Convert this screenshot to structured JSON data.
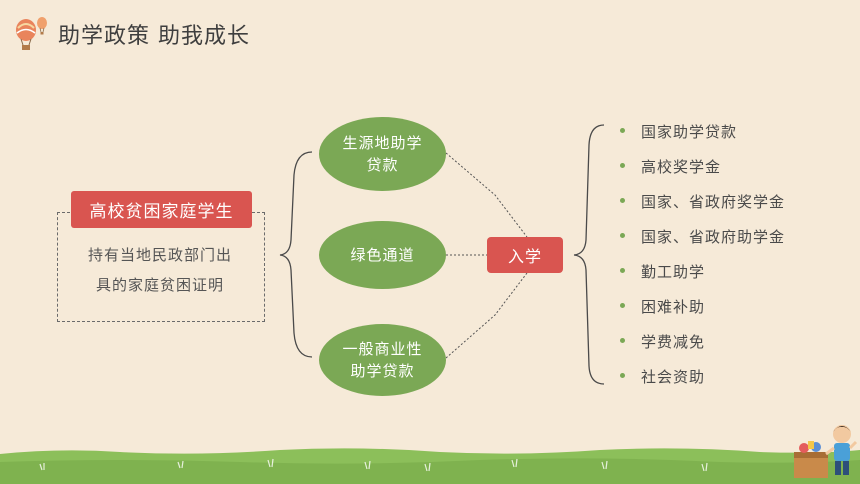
{
  "header": {
    "title": "助学政策  助我成长",
    "logo_icon": "hot-air-balloon-icon"
  },
  "student": {
    "title": "高校贫困家庭学生",
    "description_line1": "持有当地民政部门出",
    "description_line2": "具的家庭贫困证明"
  },
  "channels": [
    {
      "line1": "生源地助学",
      "line2": "贷款"
    },
    {
      "line1": "绿色通道",
      "line2": ""
    },
    {
      "line1": "一般商业性",
      "line2": "助学贷款"
    }
  ],
  "admission": {
    "label": "入学"
  },
  "aid_items": [
    "国家助学贷款",
    "高校奖学金",
    "国家、省政府奖学金",
    "国家、省政府助学金",
    "勤工助学",
    "困难补助",
    "学费减免",
    "社会资助"
  ],
  "colors": {
    "background": "#f6ead8",
    "accent_red": "#d95550",
    "accent_green": "#7ba855",
    "grass": "#8cbf5a"
  },
  "decorations": {
    "footer": "grass-strip",
    "corner_art": "kid-with-toy-box-illustration"
  }
}
